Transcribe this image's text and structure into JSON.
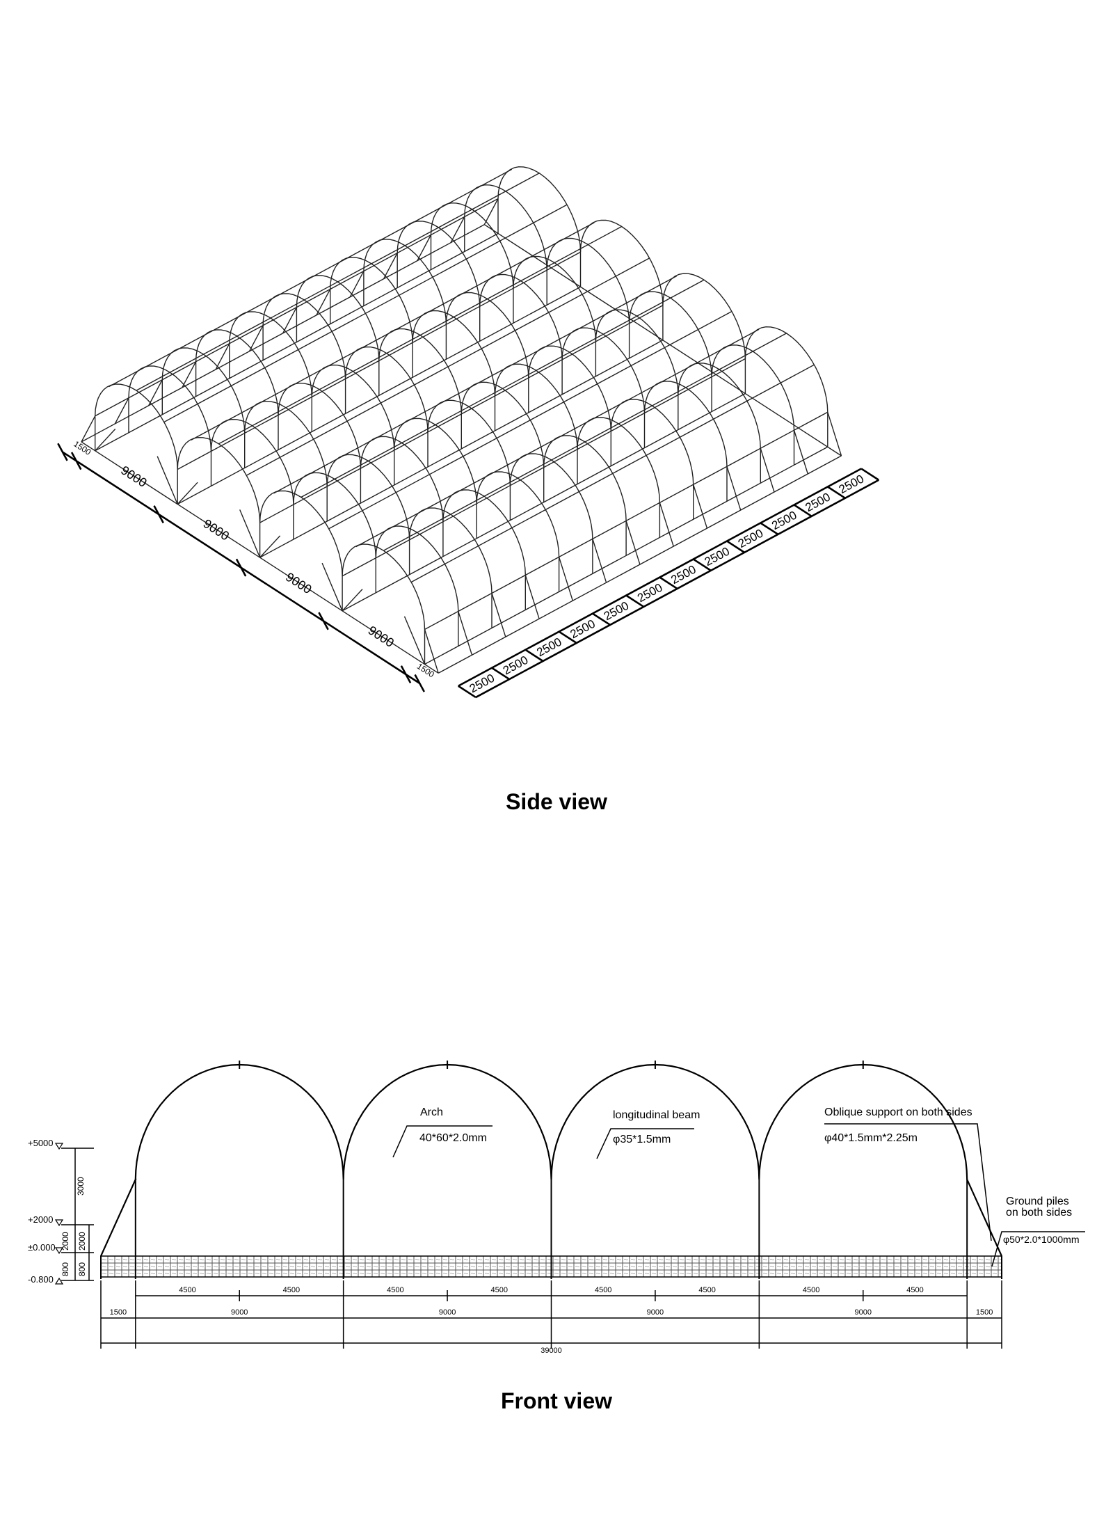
{
  "side_view": {
    "caption": "Side view",
    "length_dims": [
      "1500",
      "9000",
      "9000",
      "9000",
      "9000",
      "1500"
    ],
    "bay_dims": [
      "2500",
      "2500",
      "2500",
      "2500",
      "2500",
      "2500",
      "2500",
      "2500",
      "2500",
      "2500",
      "2500",
      "2500"
    ],
    "span_count": 4,
    "bay_count": 12
  },
  "front_view": {
    "caption": "Front view",
    "elevations": [
      "+5000",
      "+2000",
      "±0.000",
      "-0.800"
    ],
    "vertical_dims": [
      "3000",
      "2000",
      "2000",
      "800",
      "800"
    ],
    "half_span_dims": [
      "4500",
      "4500",
      "4500",
      "4500",
      "4500",
      "4500",
      "4500",
      "4500"
    ],
    "span_dims": [
      "1500",
      "9000",
      "9000",
      "9000",
      "9000",
      "1500"
    ],
    "total_dim": "39000",
    "callouts": {
      "arch_title": "Arch",
      "arch_spec": "40*60*2.0mm",
      "beam_title": "longitudinal beam",
      "beam_spec": "φ35*1.5mm",
      "oblique_title": "Oblique support on both sides",
      "oblique_spec": "φ40*1.5mm*2.25m",
      "pile_title_1": "Ground piles",
      "pile_title_2": "on both sides",
      "pile_spec": "φ50*2.0*1000mm"
    }
  }
}
